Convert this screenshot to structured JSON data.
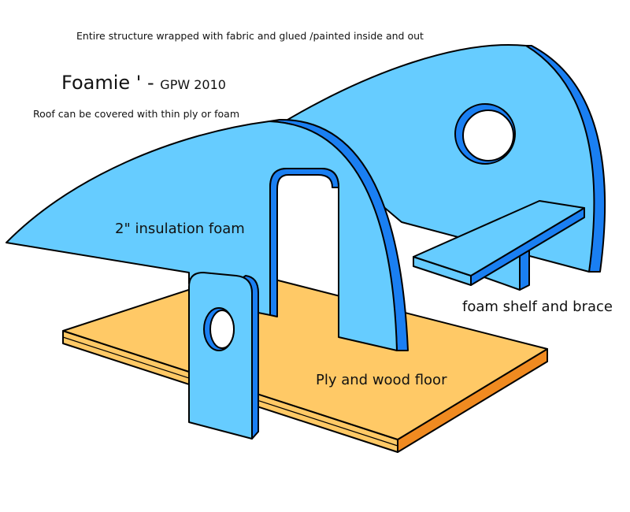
{
  "header": {
    "note_top": "Entire structure wrapped with fabric and glued  /painted inside and out",
    "title_main": "Foamie ' - ",
    "title_sub": "GPW 2010",
    "note_roof": "Roof can be covered with thin ply or foam"
  },
  "labels": {
    "insulation": "2\"  insulation foam",
    "shelf": "foam shelf and brace",
    "floor": "Ply and wood floor"
  },
  "colors": {
    "foam_face": "#66ccff",
    "foam_edge": "#1a7ff2",
    "floor_face": "#ffc966",
    "floor_edge": "#f0a030",
    "outline": "#000000"
  }
}
